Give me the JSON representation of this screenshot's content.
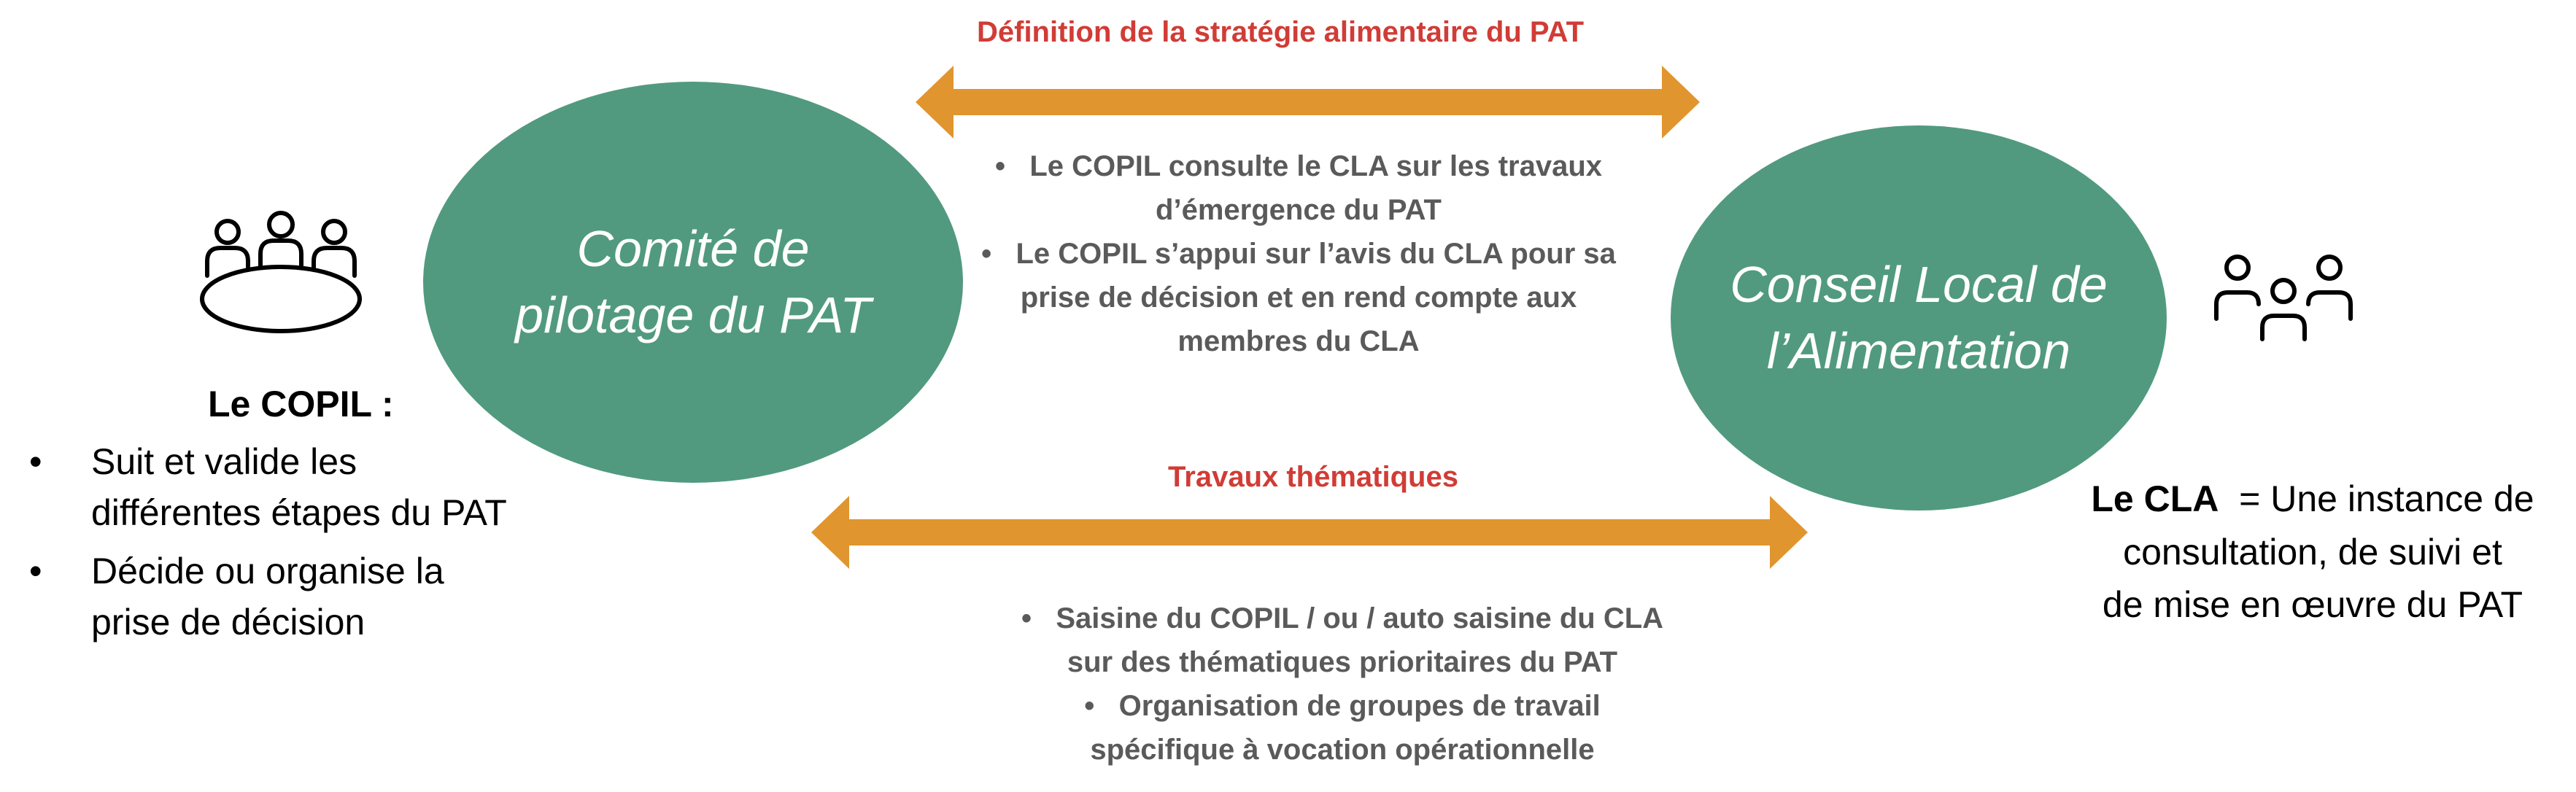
{
  "colors": {
    "ellipse": "#519a7f",
    "arrow": "#e0952e",
    "title_red": "#d13c36",
    "center_text": "#5a5a5a"
  },
  "left_icon": "meeting-table-people-icon",
  "right_icon": "group-people-icon",
  "ellipse_left": {
    "lines": [
      "Comité de",
      "pilotage du PAT"
    ]
  },
  "ellipse_right": {
    "lines": [
      "Conseil Local de",
      "l’Alimentation"
    ]
  },
  "arrow_top": {
    "title": "Définition de la stratégie alimentaire du PAT",
    "bullets": [
      {
        "lines": [
          "Le COPIL consulte le CLA sur les travaux",
          "d’émergence du PAT"
        ]
      },
      {
        "lines": [
          "Le COPIL s’appui sur l’avis du CLA pour sa",
          "prise de décision et en rend compte aux",
          "membres du CLA"
        ]
      }
    ]
  },
  "arrow_bottom": {
    "title": "Travaux thématiques",
    "bullets": [
      {
        "lines": [
          "Saisine du COPIL / ou / auto saisine du CLA",
          "sur des thématiques prioritaires du PAT"
        ]
      },
      {
        "lines": [
          "Organisation de groupes de travail",
          "spécifique à vocation opérationnelle"
        ]
      }
    ]
  },
  "copil": {
    "title": "Le COPIL :",
    "items": [
      {
        "lines": [
          "Suit et valide les",
          "différentes étapes du PAT"
        ]
      },
      {
        "lines": [
          "Décide ou organise la",
          "prise de décision"
        ]
      }
    ]
  },
  "cla": {
    "bold": "Le CLA",
    "rest": "= Une instance de",
    "lines": [
      "consultation, de suivi et",
      "de mise en œuvre du PAT"
    ]
  },
  "bullet_char": "•"
}
